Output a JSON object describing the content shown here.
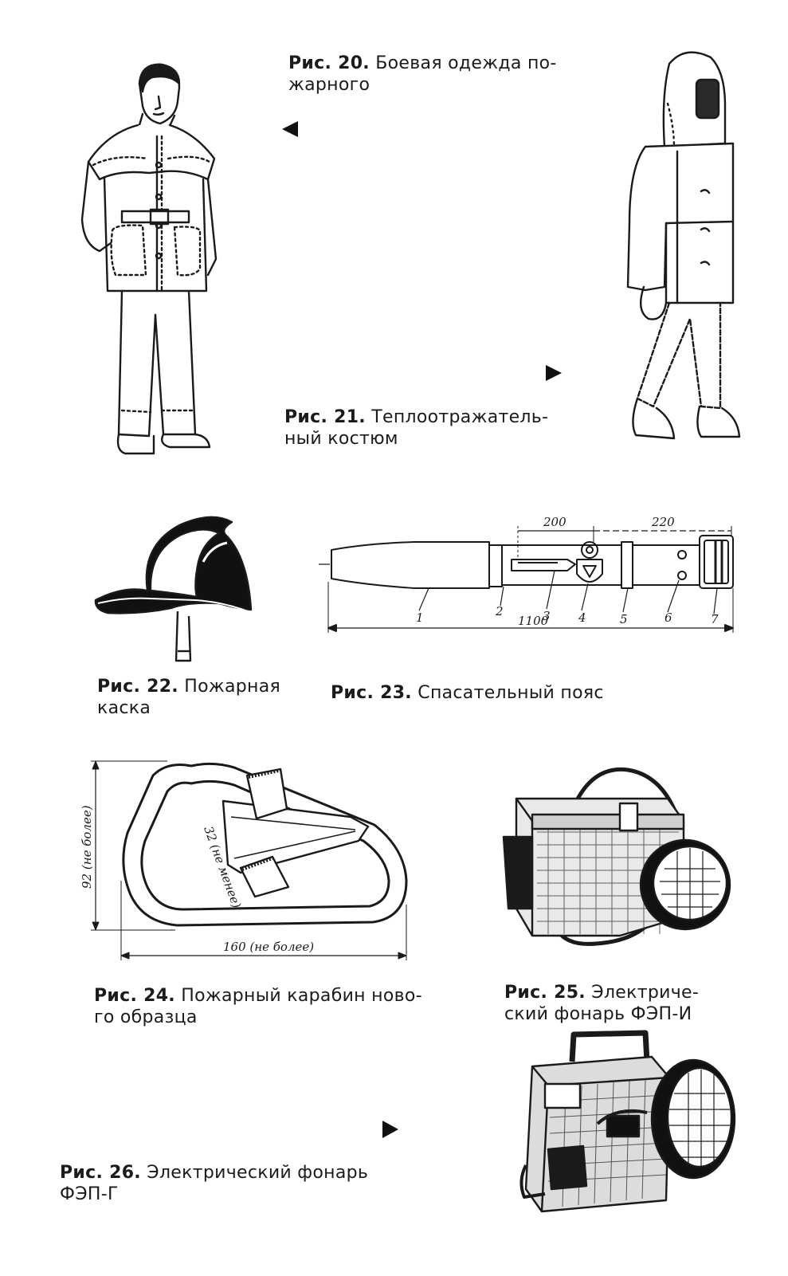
{
  "figures": [
    {
      "num": "Рис. 20.",
      "text_lines": [
        "Боевая одежда по-",
        "жарного"
      ]
    },
    {
      "num": "Рис. 21.",
      "text_lines": [
        "Теплоотражатель-",
        "ный костюм"
      ]
    },
    {
      "num": "Рис. 22.",
      "text_lines": [
        "Пожарная",
        "каска"
      ]
    },
    {
      "num": "Рис. 23.",
      "text_lines": [
        "Спасательный пояс"
      ]
    },
    {
      "num": "Рис. 24.",
      "text_lines": [
        "Пожарный карабин ново-",
        "го образца"
      ]
    },
    {
      "num": "Рис. 25.",
      "text_lines": [
        "Электриче-",
        "ский фонарь ФЭП-И"
      ]
    },
    {
      "num": "Рис. 26.",
      "text_lines": [
        "Электрический фонарь",
        "ФЭП-Г"
      ]
    }
  ],
  "belt_drawing": {
    "dimensions": {
      "d200": "200",
      "d220": "220",
      "d1100": "1100"
    },
    "part_labels": [
      "1",
      "2",
      "3",
      "4",
      "5",
      "6",
      "7"
    ]
  },
  "carabiner_drawing": {
    "height_label": "92 (не более)",
    "width_label": "160 (не более)",
    "gate_label": "32 (не менее)"
  },
  "pointers": [
    {
      "icon": "arrow-left-icon"
    },
    {
      "icon": "arrow-right-icon"
    },
    {
      "icon": "arrow-right-icon"
    }
  ]
}
